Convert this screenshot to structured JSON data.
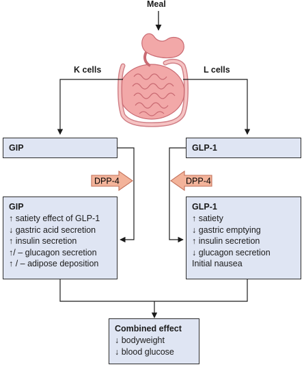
{
  "top": {
    "meal": "Meal"
  },
  "cells": {
    "left": "K cells",
    "right": "L cells"
  },
  "left_header_box": {
    "label": "GIP"
  },
  "right_header_box": {
    "label": "GLP-1"
  },
  "enzyme": {
    "left": "DPP-4",
    "right": "DPP-4"
  },
  "left_effects": {
    "title": "GIP",
    "items": [
      "↑ satiety effect of GLP-1",
      "↓ gastric acid secretion",
      "↑ insulin secretion",
      "↑/ – glucagon secretion",
      "↑ / – adipose deposition"
    ]
  },
  "right_effects": {
    "title": "GLP-1",
    "items": [
      "↑ satiety",
      "↓ gastric emptying",
      "↑ insulin secretion",
      "↓ glucagon secretion",
      "Initial nausea"
    ]
  },
  "combined": {
    "title": "Combined effect",
    "items": [
      "↓ bodyweight",
      "↓ blood glucose"
    ]
  },
  "colors": {
    "box_fill": "#dfe5f3",
    "enzyme_fill": "#f3b39a",
    "organ_fill": "#f2a8a8",
    "organ_stroke": "#c96a72",
    "line": "#1a1a1a"
  }
}
